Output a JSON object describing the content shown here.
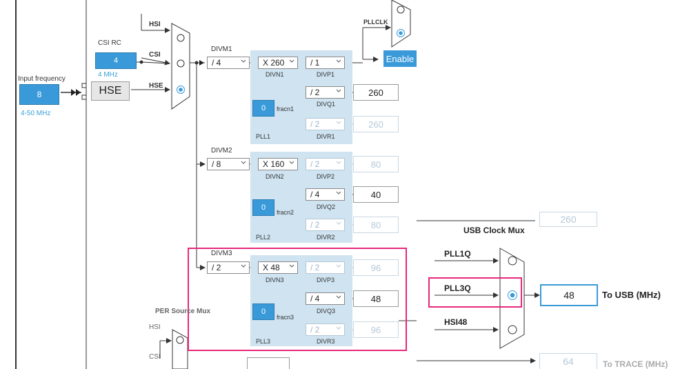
{
  "left": {
    "input_frequency_label": "Input frequency",
    "input_value": "8",
    "input_range": "4-50 MHz",
    "csi_rc_label": "CSI RC",
    "csi_value": "4",
    "csi_unit": "4 MHz",
    "hse_box": "HSE"
  },
  "mux1": {
    "hsi": "HSI",
    "csi": "CSI",
    "hse": "HSE"
  },
  "top": {
    "pllclk": "PLLCLK",
    "enable": "Enable"
  },
  "pll1": {
    "divm_label": "DIVM1",
    "divm": "/ 4",
    "divn": "X 260",
    "divn_label": "DIVN1",
    "divp": "/ 1",
    "divp_label": "DIVP1",
    "divq": "/ 2",
    "divq_label": "DIVQ1",
    "q_out": "260",
    "divr": "/ 2",
    "divr_label": "DIVR1",
    "r_out": "260",
    "frac": "0",
    "frac_label": "fracn1",
    "name": "PLL1"
  },
  "pll2": {
    "divm_label": "DIVM2",
    "divm": "/ 8",
    "divn": "X 160",
    "divn_label": "DIVN2",
    "divp": "/ 2",
    "divp_label": "DIVP2",
    "p_out": "80",
    "divq": "/ 4",
    "divq_label": "DIVQ2",
    "q_out": "40",
    "divr": "/ 2",
    "divr_label": "DIVR2",
    "r_out": "80",
    "frac": "0",
    "frac_label": "fracn2",
    "name": "PLL2"
  },
  "pll3": {
    "divm_label": "DIVM3",
    "divm": "/ 2",
    "divn": "X 48",
    "divn_label": "DIVN3",
    "divp": "/ 2",
    "divp_label": "DIVP3",
    "p_out": "96",
    "divq": "/ 4",
    "divq_label": "DIVQ3",
    "q_out": "48",
    "divr": "/ 2",
    "divr_label": "DIVR3",
    "r_out": "96",
    "frac": "0",
    "frac_label": "fracn3",
    "name": "PLL3"
  },
  "per_mux": {
    "title": "PER Source Mux",
    "hsi": "HSI",
    "csi": "CSI"
  },
  "usb": {
    "title": "USB Clock Mux",
    "in1": "PLL1Q",
    "in2": "PLL3Q",
    "in3": "HSI48",
    "value": "48",
    "unit_label": "To USB (MHz)"
  },
  "partial": {
    "top_value": "260",
    "bottom_value": "64",
    "bottom_label": "To TRACE (MHz)"
  },
  "colors": {
    "accent_blue": "#3a9ad9",
    "highlight": "#e8267a",
    "pll_bg": "#cfe3f1"
  }
}
